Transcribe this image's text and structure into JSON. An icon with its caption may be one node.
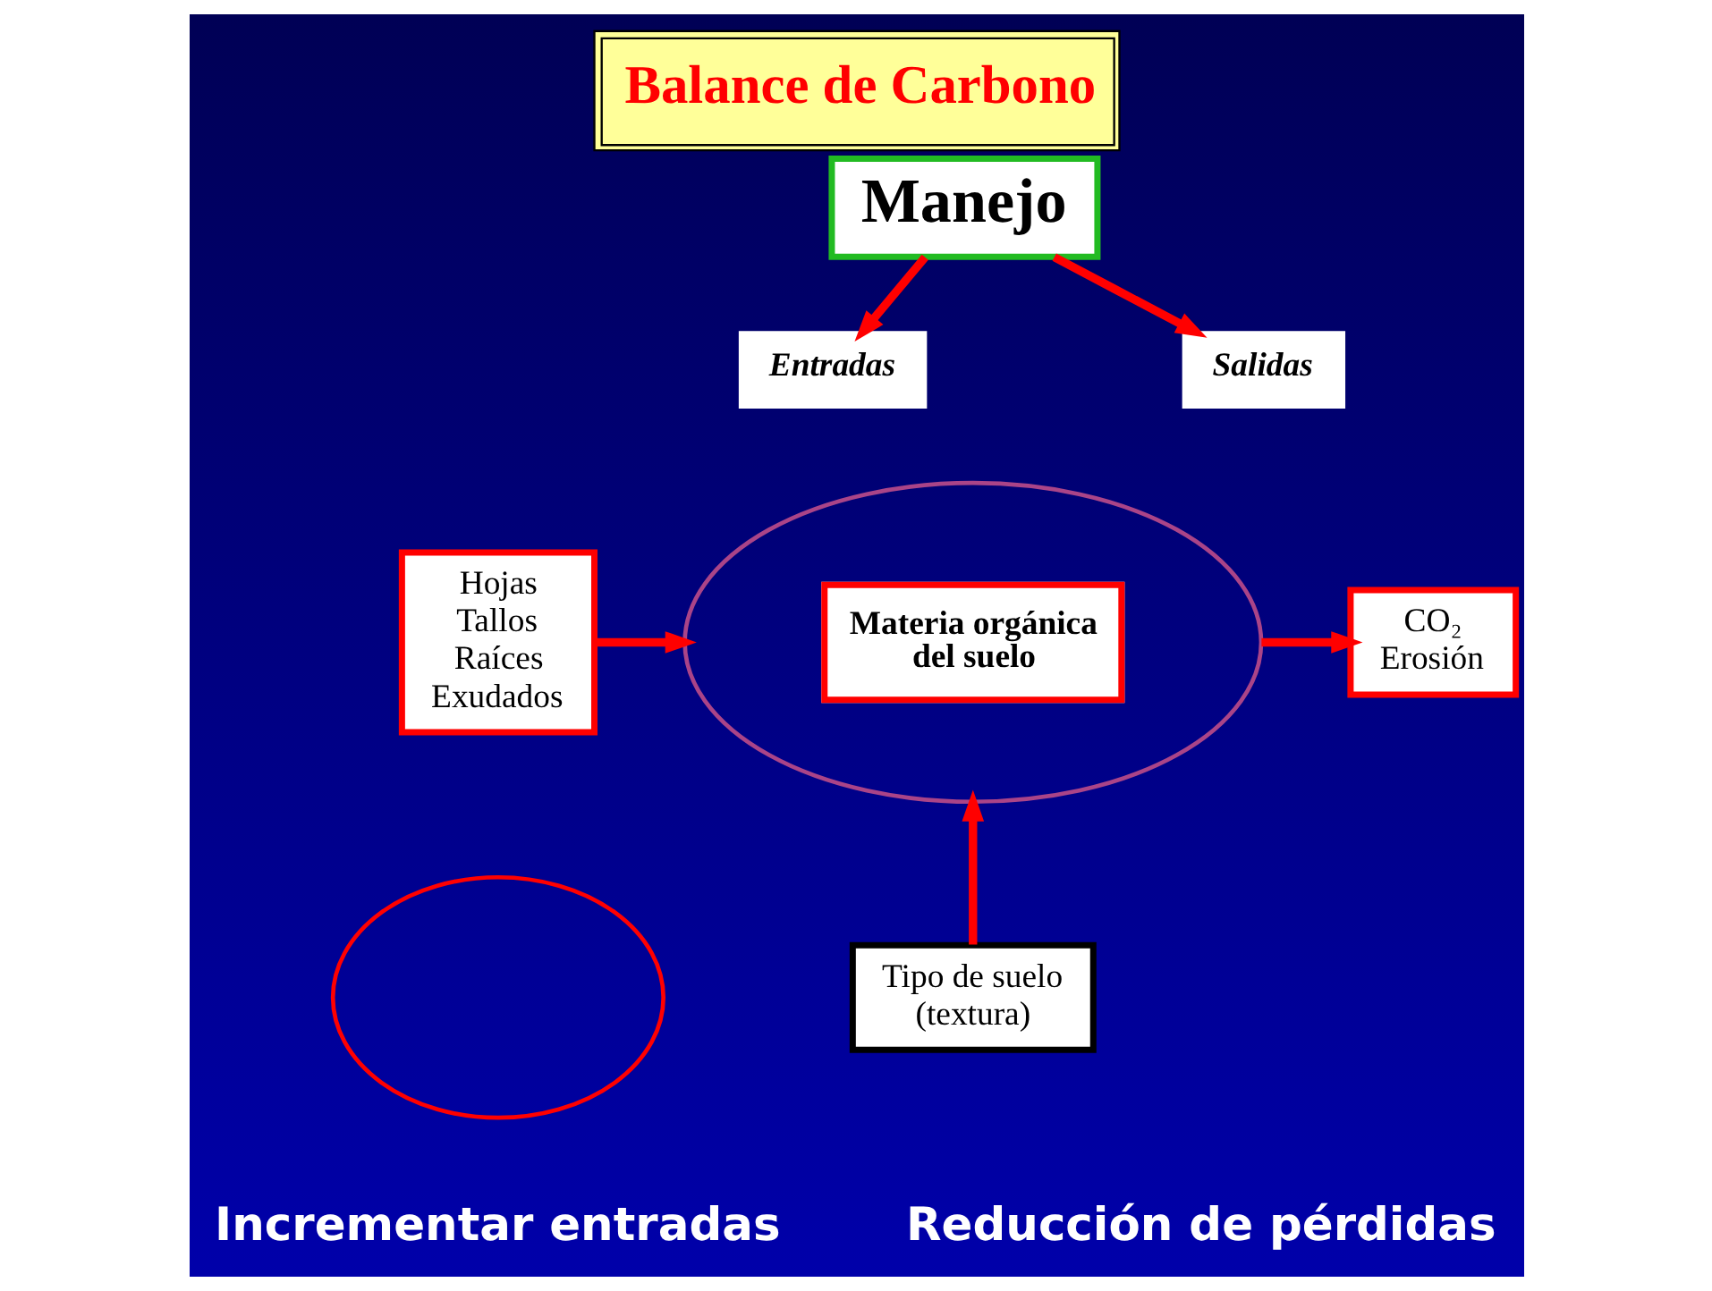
{
  "diagram": {
    "title": "Balance de Carbono",
    "nodes": [
      {
        "text": [
          "Manejo"
        ]
      },
      {
        "text": [
          "Entradas"
        ]
      },
      {
        "text": [
          "Salidas"
        ]
      },
      {
        "text": [
          "Hojas Tallos Raíces Exudados"
        ]
      },
      {
        "text": [
          "Materia orgánica del suelo"
        ]
      },
      {
        "text": [
          "CO₂ Erosión"
        ]
      },
      {
        "text": [
          "Tipo de suelo (textura)"
        ]
      },
      {
        "text": [],
        "shape": "circle"
      }
    ],
    "edges": [
      {
        "from": 0,
        "to": 1,
        "arrow": "to"
      },
      {
        "from": 0,
        "to": 2,
        "arrow": "to"
      },
      {
        "from": 3,
        "to": 4,
        "arrow": "to"
      },
      {
        "from": 4,
        "to": 5,
        "arrow": "to"
      },
      {
        "from": 6,
        "to": 4,
        "arrow": "to"
      }
    ],
    "labels": [
      "Incrementar entradas",
      "Reducción de pérdidas"
    ]
  }
}
